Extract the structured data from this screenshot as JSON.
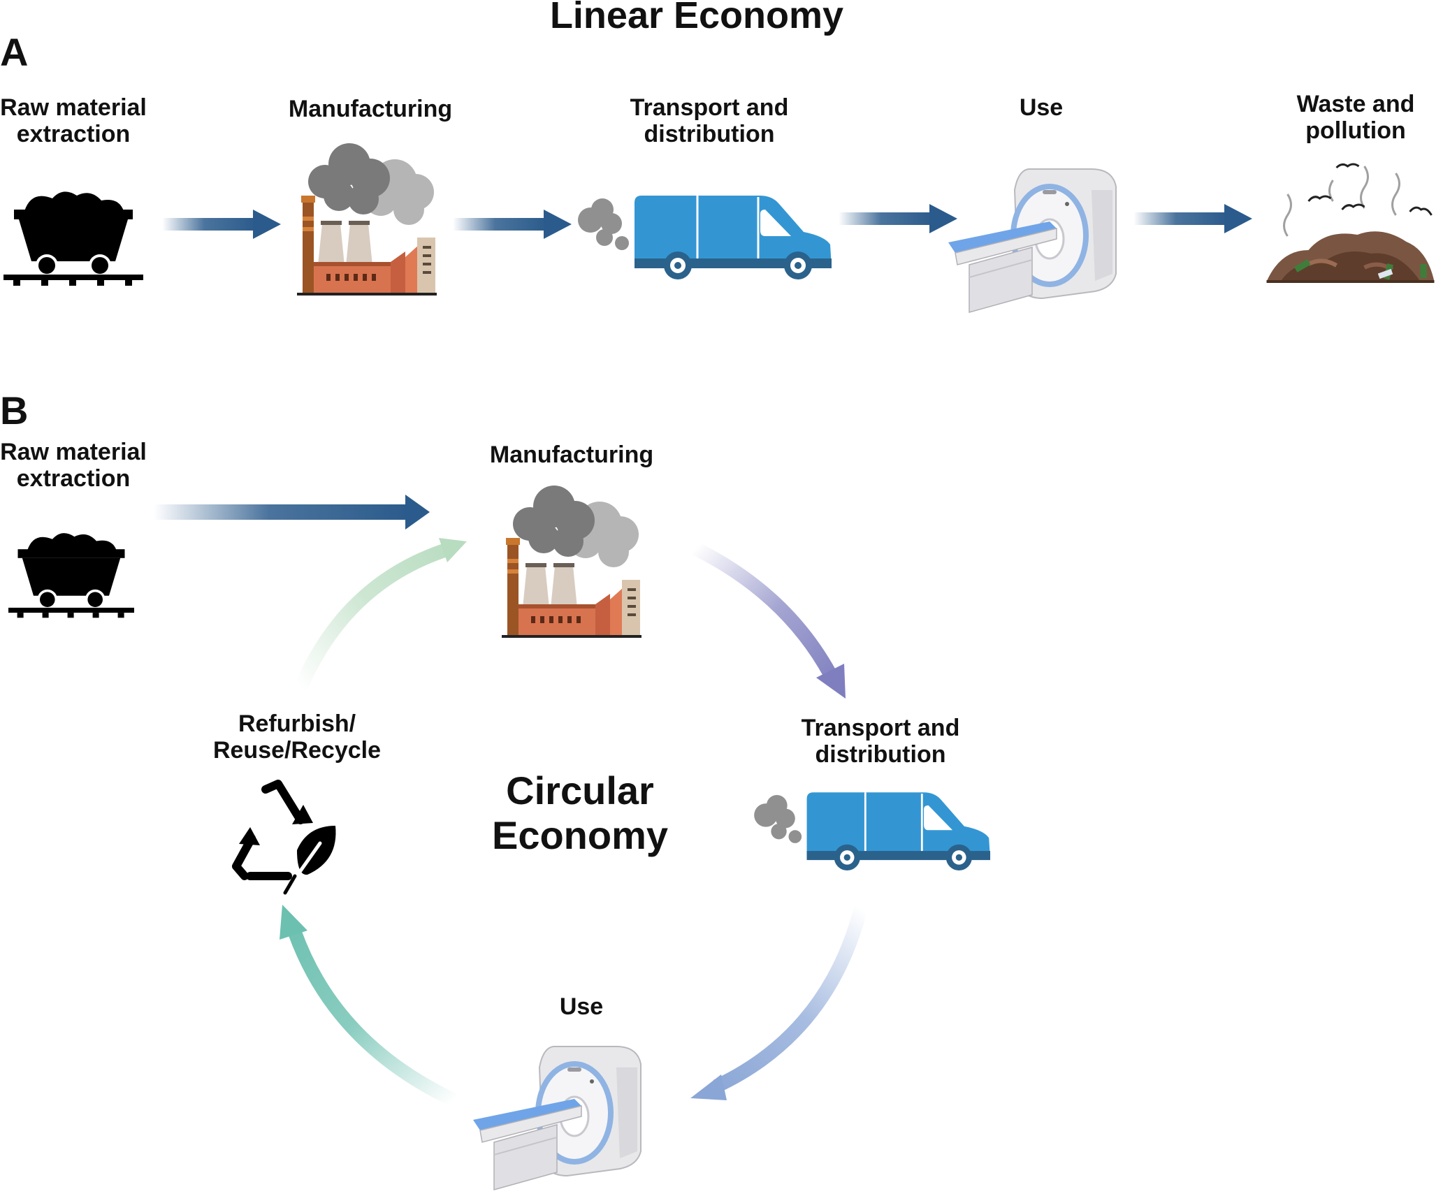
{
  "title": "Linear Economy",
  "panel_a": {
    "letter": "A",
    "stages": [
      {
        "label": "Raw material\nextraction",
        "icon": "mine-cart-icon"
      },
      {
        "label": "Manufacturing",
        "icon": "factory-icon"
      },
      {
        "label": "Transport and\ndistribution",
        "icon": "van-icon"
      },
      {
        "label": "Use",
        "icon": "mri-scanner-icon"
      },
      {
        "label": "Waste and\npollution",
        "icon": "waste-pile-icon"
      }
    ],
    "arrow_color": "#2b5b8c"
  },
  "panel_b": {
    "letter": "B",
    "center_label": "Circular\nEconomy",
    "stages": {
      "raw": {
        "label": "Raw material\nextraction",
        "icon": "mine-cart-icon"
      },
      "manufacturing": {
        "label": "Manufacturing",
        "icon": "factory-icon"
      },
      "transport": {
        "label": "Transport and\ndistribution",
        "icon": "van-icon"
      },
      "use": {
        "label": "Use",
        "icon": "mri-scanner-icon"
      },
      "recycle": {
        "label": "Refurbish/\nReuse/Recycle",
        "icon": "recycle-leaf-icon"
      }
    },
    "arrow_colors": {
      "raw_to_manufacturing": "#2b5b8c",
      "manufacturing_to_transport": "#7f7fbf",
      "transport_to_use": "#8aa6d6",
      "use_to_recycle": "#6cc0b0",
      "recycle_to_manufacturing": "#b8dcc0"
    }
  }
}
